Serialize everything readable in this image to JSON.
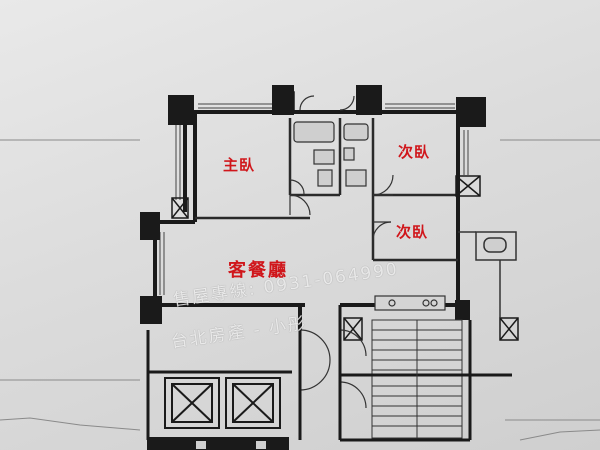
{
  "rooms": {
    "master_bedroom": "主臥",
    "bedroom_upper": "次臥",
    "bedroom_lower": "次臥",
    "living_dining": "客餐廳"
  },
  "watermark": {
    "line1": "售屋專線: 0931-064990",
    "line2": "台北房產 - 小彤"
  },
  "colors": {
    "label_red": "#d0161b",
    "wall_black": "#1a1a1a",
    "line_gray": "#555555"
  }
}
